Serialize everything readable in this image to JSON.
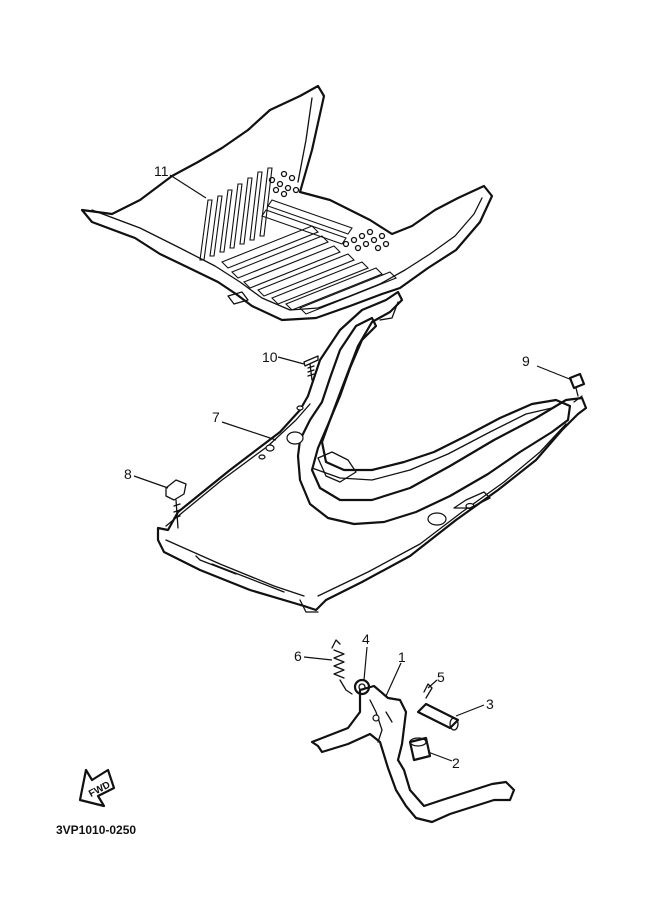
{
  "diagram": {
    "figure_code": "3VP1010-0250",
    "fwd_label": "FWD",
    "callouts": [
      {
        "id": "1",
        "part": "main stand"
      },
      {
        "id": "2",
        "part": "stand roller"
      },
      {
        "id": "3",
        "part": "stand pivot shaft"
      },
      {
        "id": "4",
        "part": "washer"
      },
      {
        "id": "5",
        "part": "cotter pin"
      },
      {
        "id": "6",
        "part": "stand spring"
      },
      {
        "id": "7",
        "part": "footrest board frame"
      },
      {
        "id": "8",
        "part": "bolt"
      },
      {
        "id": "9",
        "part": "clip"
      },
      {
        "id": "10",
        "part": "screw"
      },
      {
        "id": "11",
        "part": "footboard mat"
      }
    ]
  }
}
